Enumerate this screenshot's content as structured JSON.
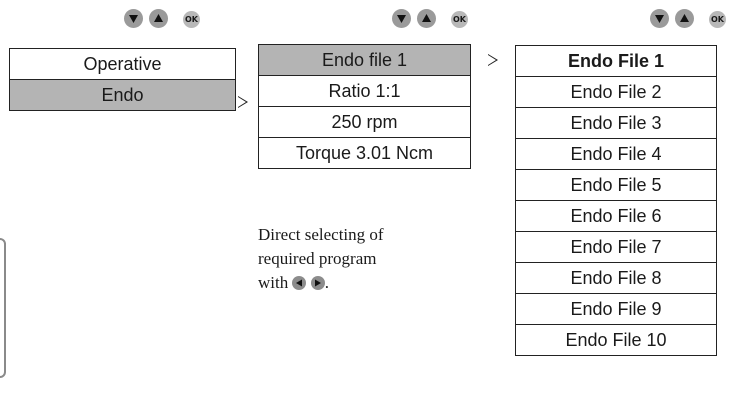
{
  "controls": {
    "down_icon": "down-triangle-icon",
    "up_icon": "up-triangle-icon",
    "ok_label": "OK"
  },
  "main_menu": {
    "items": [
      {
        "label": "Operative",
        "selected": false
      },
      {
        "label": "Endo",
        "selected": true
      }
    ]
  },
  "settings_menu": {
    "items": [
      {
        "label": "Endo file 1",
        "selected": true
      },
      {
        "label": "Ratio 1:1",
        "selected": false
      },
      {
        "label": "250 rpm",
        "selected": false
      },
      {
        "label": "Torque 3.01 Ncm",
        "selected": false
      }
    ]
  },
  "files_menu": {
    "items": [
      {
        "label": "Endo File 1",
        "bold": true
      },
      {
        "label": "Endo File 2"
      },
      {
        "label": "Endo File 3"
      },
      {
        "label": "Endo File 4"
      },
      {
        "label": "Endo File 5"
      },
      {
        "label": "Endo File 6"
      },
      {
        "label": "Endo File 7"
      },
      {
        "label": "Endo File 8"
      },
      {
        "label": "Endo File 9"
      },
      {
        "label": "Endo File 10"
      }
    ]
  },
  "note": {
    "line1": "Direct selecting of",
    "line2": "required program",
    "line3_prefix": "with",
    "line3_suffix": ".",
    "left_icon": "left-arrow-icon",
    "right_icon": "right-arrow-icon"
  },
  "colors": {
    "selected_row": "#b4b4b4",
    "control_button": "#9a9a9a",
    "ok_button": "#b8b8b8"
  }
}
